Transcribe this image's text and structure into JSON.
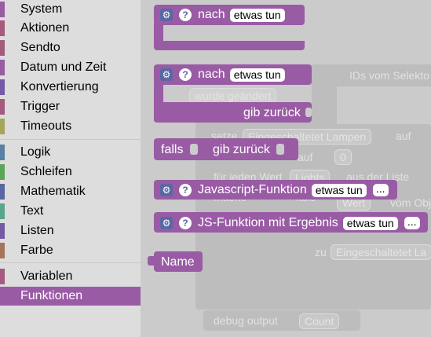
{
  "toolbox": {
    "categories": [
      {
        "label": "System",
        "color": "#9a5ba5"
      },
      {
        "label": "Aktionen",
        "color": "#a55b80"
      },
      {
        "label": "Sendto",
        "color": "#a55b80"
      },
      {
        "label": "Datum und Zeit",
        "color": "#9a5ba5"
      },
      {
        "label": "Konvertierung",
        "color": "#745ba5"
      },
      {
        "label": "Trigger",
        "color": "#a55b80"
      },
      {
        "label": "Timeouts",
        "color": "#a5a55b"
      },
      {
        "label": "Logik",
        "color": "#5b80a5"
      },
      {
        "label": "Schleifen",
        "color": "#5ba55b"
      },
      {
        "label": "Mathematik",
        "color": "#5b67a5"
      },
      {
        "label": "Text",
        "color": "#5ba58c"
      },
      {
        "label": "Listen",
        "color": "#745ba5"
      },
      {
        "label": "Farbe",
        "color": "#a5745b"
      },
      {
        "label": "Variablen",
        "color": "#a55b80"
      },
      {
        "label": "Funktionen",
        "color": "#9a5ba5"
      }
    ]
  },
  "background": {
    "ids_label": "IDs vom Selekto",
    "wurde_geaendert": "wurde geändert",
    "setze_label": "setze",
    "eingeschaltetet_lampen": "Eingeschaltetet Lampen",
    "auf_label": "auf",
    "auf_label2": "auf",
    "zero": "0",
    "fuer_jeden_wert": "für jeden Wert",
    "lights": "Lights",
    "aus_der_liste": "aus der Liste",
    "mache": "mache",
    "falls_bg": "falls",
    "wert": "Wert",
    "vom_obj": "vom Obje",
    "zu_label": "zu",
    "eingeschaltetet_la": "Eingeschaltetet La",
    "debug_output": "debug output",
    "count": "Count"
  },
  "blocks": {
    "nach1": {
      "nach": "nach",
      "name": "etwas tun"
    },
    "nach2": {
      "nach": "nach",
      "name": "etwas tun",
      "return": "gib zurück"
    },
    "falls": {
      "falls": "falls",
      "return": "gib zurück"
    },
    "js": {
      "label": "Javascript-Funktion",
      "name": "etwas tun",
      "dots": "..."
    },
    "jsres": {
      "label": "JS-Funktion mit Ergebnis",
      "name": "etwas tun",
      "dots": "..."
    },
    "name": {
      "label": "Name"
    }
  },
  "icons": {
    "gear": "gear-icon",
    "help": "help-icon"
  }
}
